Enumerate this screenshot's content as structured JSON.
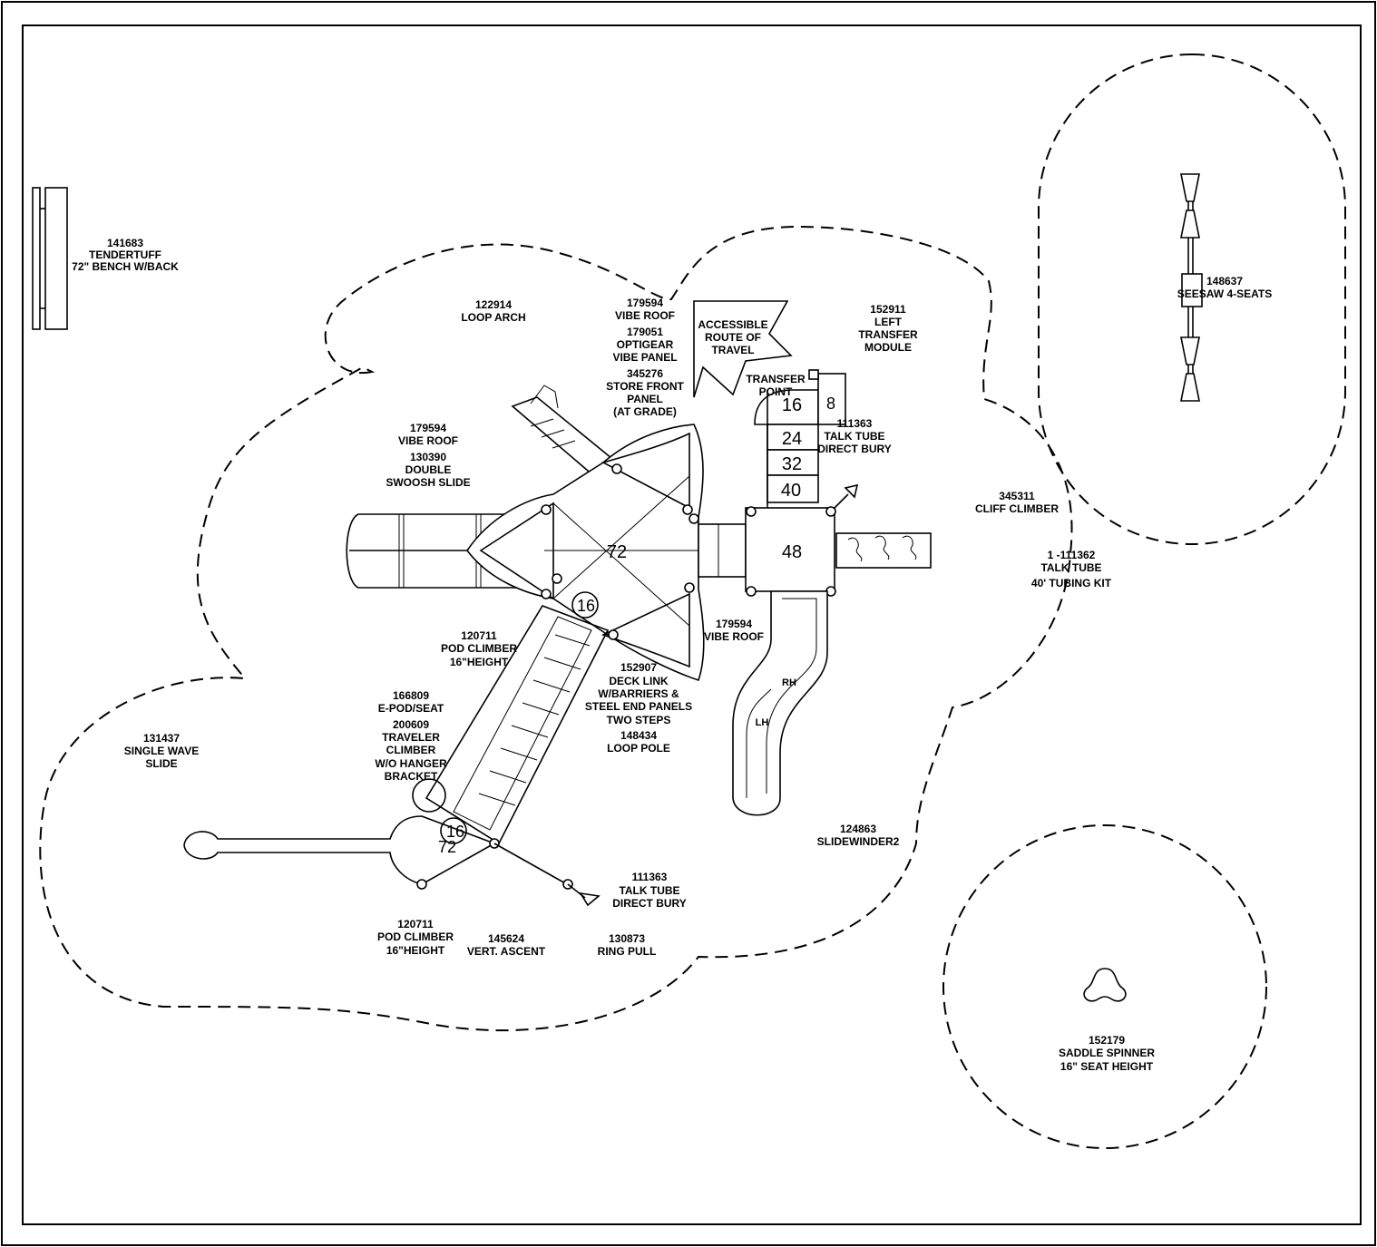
{
  "labels": {
    "bench": [
      "141683",
      "TENDERTUFF",
      "72\" BENCH W/BACK"
    ],
    "loop_arch": [
      "122914",
      "LOOP ARCH"
    ],
    "vibe_roof_top": [
      "179594",
      "VIBE ROOF",
      "179051",
      "OPTIGEAR",
      "VIBE PANEL",
      "345276",
      "STORE FRONT",
      "PANEL",
      "(AT GRADE)"
    ],
    "accessible": [
      "ACCESSIBLE",
      "ROUTE OF",
      "TRAVEL"
    ],
    "transfer_point": [
      "TRANSFER",
      "POINT"
    ],
    "left_transfer": [
      "152911",
      "LEFT",
      "TRANSFER",
      "MODULE"
    ],
    "seesaw": [
      "148637",
      "SEESAW 4-SEATS"
    ],
    "double_slide": [
      "179594",
      "VIBE ROOF",
      "130390",
      "DOUBLE",
      "SWOOSH SLIDE"
    ],
    "talk_tube_top": [
      "111363",
      "TALK TUBE",
      "DIRECT BURY"
    ],
    "cliff_climber": [
      "345311",
      "CLIFF CLIMBER"
    ],
    "tubing_kit": [
      "1 -111362",
      "TALK TUBE",
      "40' TUBING KIT"
    ],
    "vibe_roof_right": [
      "179594",
      "VIBE ROOF"
    ],
    "pod_climber_mid": [
      "120711",
      "POD CLIMBER",
      "16\"HEIGHT"
    ],
    "deck_link": [
      "152907",
      "DECK LINK",
      "W/BARRIERS &",
      "STEEL END PANELS",
      "TWO STEPS",
      "148434",
      "LOOP POLE"
    ],
    "epod": [
      "166809",
      "E-POD/SEAT",
      "200609",
      "TRAVELER",
      "CLIMBER",
      "W/O HANGER",
      "BRACKET"
    ],
    "single_wave": [
      "131437",
      "SINGLE WAVE",
      "SLIDE"
    ],
    "slidewinder": [
      "124863",
      "SLIDEWINDER2"
    ],
    "talk_tube_bottom": [
      "111363",
      "TALK TUBE",
      "DIRECT BURY"
    ],
    "pod_climber_bottom": [
      "120711",
      "POD CLIMBER",
      "16\"HEIGHT"
    ],
    "vert_ascent": [
      "145624",
      "VERT. ASCENT"
    ],
    "ring_pull": [
      "130873",
      "RING PULL"
    ],
    "saddle_spinner": [
      "152179",
      "SADDLE SPINNER",
      "16\" SEAT HEIGHT"
    ]
  },
  "deck_heights": {
    "main": "72",
    "tower": "48",
    "step_16": "16",
    "step_8": "8",
    "step_24": "24",
    "step_32": "32",
    "step_40": "40",
    "pod_16a": "16",
    "pod_16b": "16",
    "slide_deck": "72"
  },
  "slide_marks": {
    "rh": "RH",
    "lh": "LH"
  }
}
